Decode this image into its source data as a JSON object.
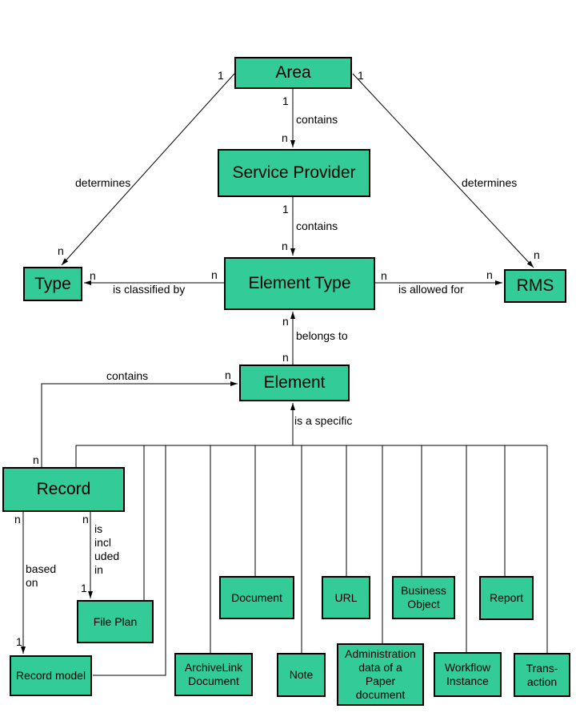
{
  "colors": {
    "node_fill": "#33cc99",
    "node_border": "#000000",
    "line": "#000000",
    "background": "#ffffff",
    "text": "#000000"
  },
  "nodes": {
    "area": "Area",
    "service_provider": "Service Provider",
    "element_type": "Element Type",
    "type": "Type",
    "rms": "RMS",
    "element": "Element",
    "record": "Record",
    "file_plan": "File Plan",
    "record_model": "Record model",
    "document": "Document",
    "url": "URL",
    "business_object": [
      "Business",
      "Object"
    ],
    "report": "Report",
    "archivelink_document": [
      "ArchiveLink",
      "Document"
    ],
    "note": "Note",
    "admin_paper_document": [
      "Administration",
      "data of a",
      "Paper",
      "document"
    ],
    "workflow_instance": [
      "Workflow",
      "Instance"
    ],
    "transaction": [
      "Trans-",
      "action"
    ]
  },
  "edge_labels": {
    "determines_left": "determines",
    "determines_right": "determines",
    "contains_area_sp": "contains",
    "contains_sp_et": "contains",
    "is_classified_by": "is classified by",
    "is_allowed_for": "is allowed for",
    "belongs_to": "belongs to",
    "contains_record_element": "contains",
    "is_a_specific": "is a specific",
    "based_on": [
      "based",
      "on"
    ],
    "is_included_in": [
      "is",
      "incl",
      "uded",
      "in"
    ]
  },
  "cardinalities": {
    "area_type_one": "1",
    "area_rms_one": "1",
    "area_sp_one": "1",
    "area_sp_n": "n",
    "sp_et_one": "1",
    "sp_et_n": "n",
    "type_top_n": "n",
    "rms_top_n": "n",
    "classified_near_type_n": "n",
    "classified_near_et_n": "n",
    "allowed_near_et_n": "n",
    "allowed_near_rms_n": "n",
    "belongs_near_et_n": "n",
    "belongs_near_element_n": "n",
    "contains_near_element_n": "n",
    "contains_near_record_n": "n",
    "based_on_record_n": "n",
    "based_on_model_one": "1",
    "included_record_n": "n",
    "included_fileplan_one": "1"
  }
}
